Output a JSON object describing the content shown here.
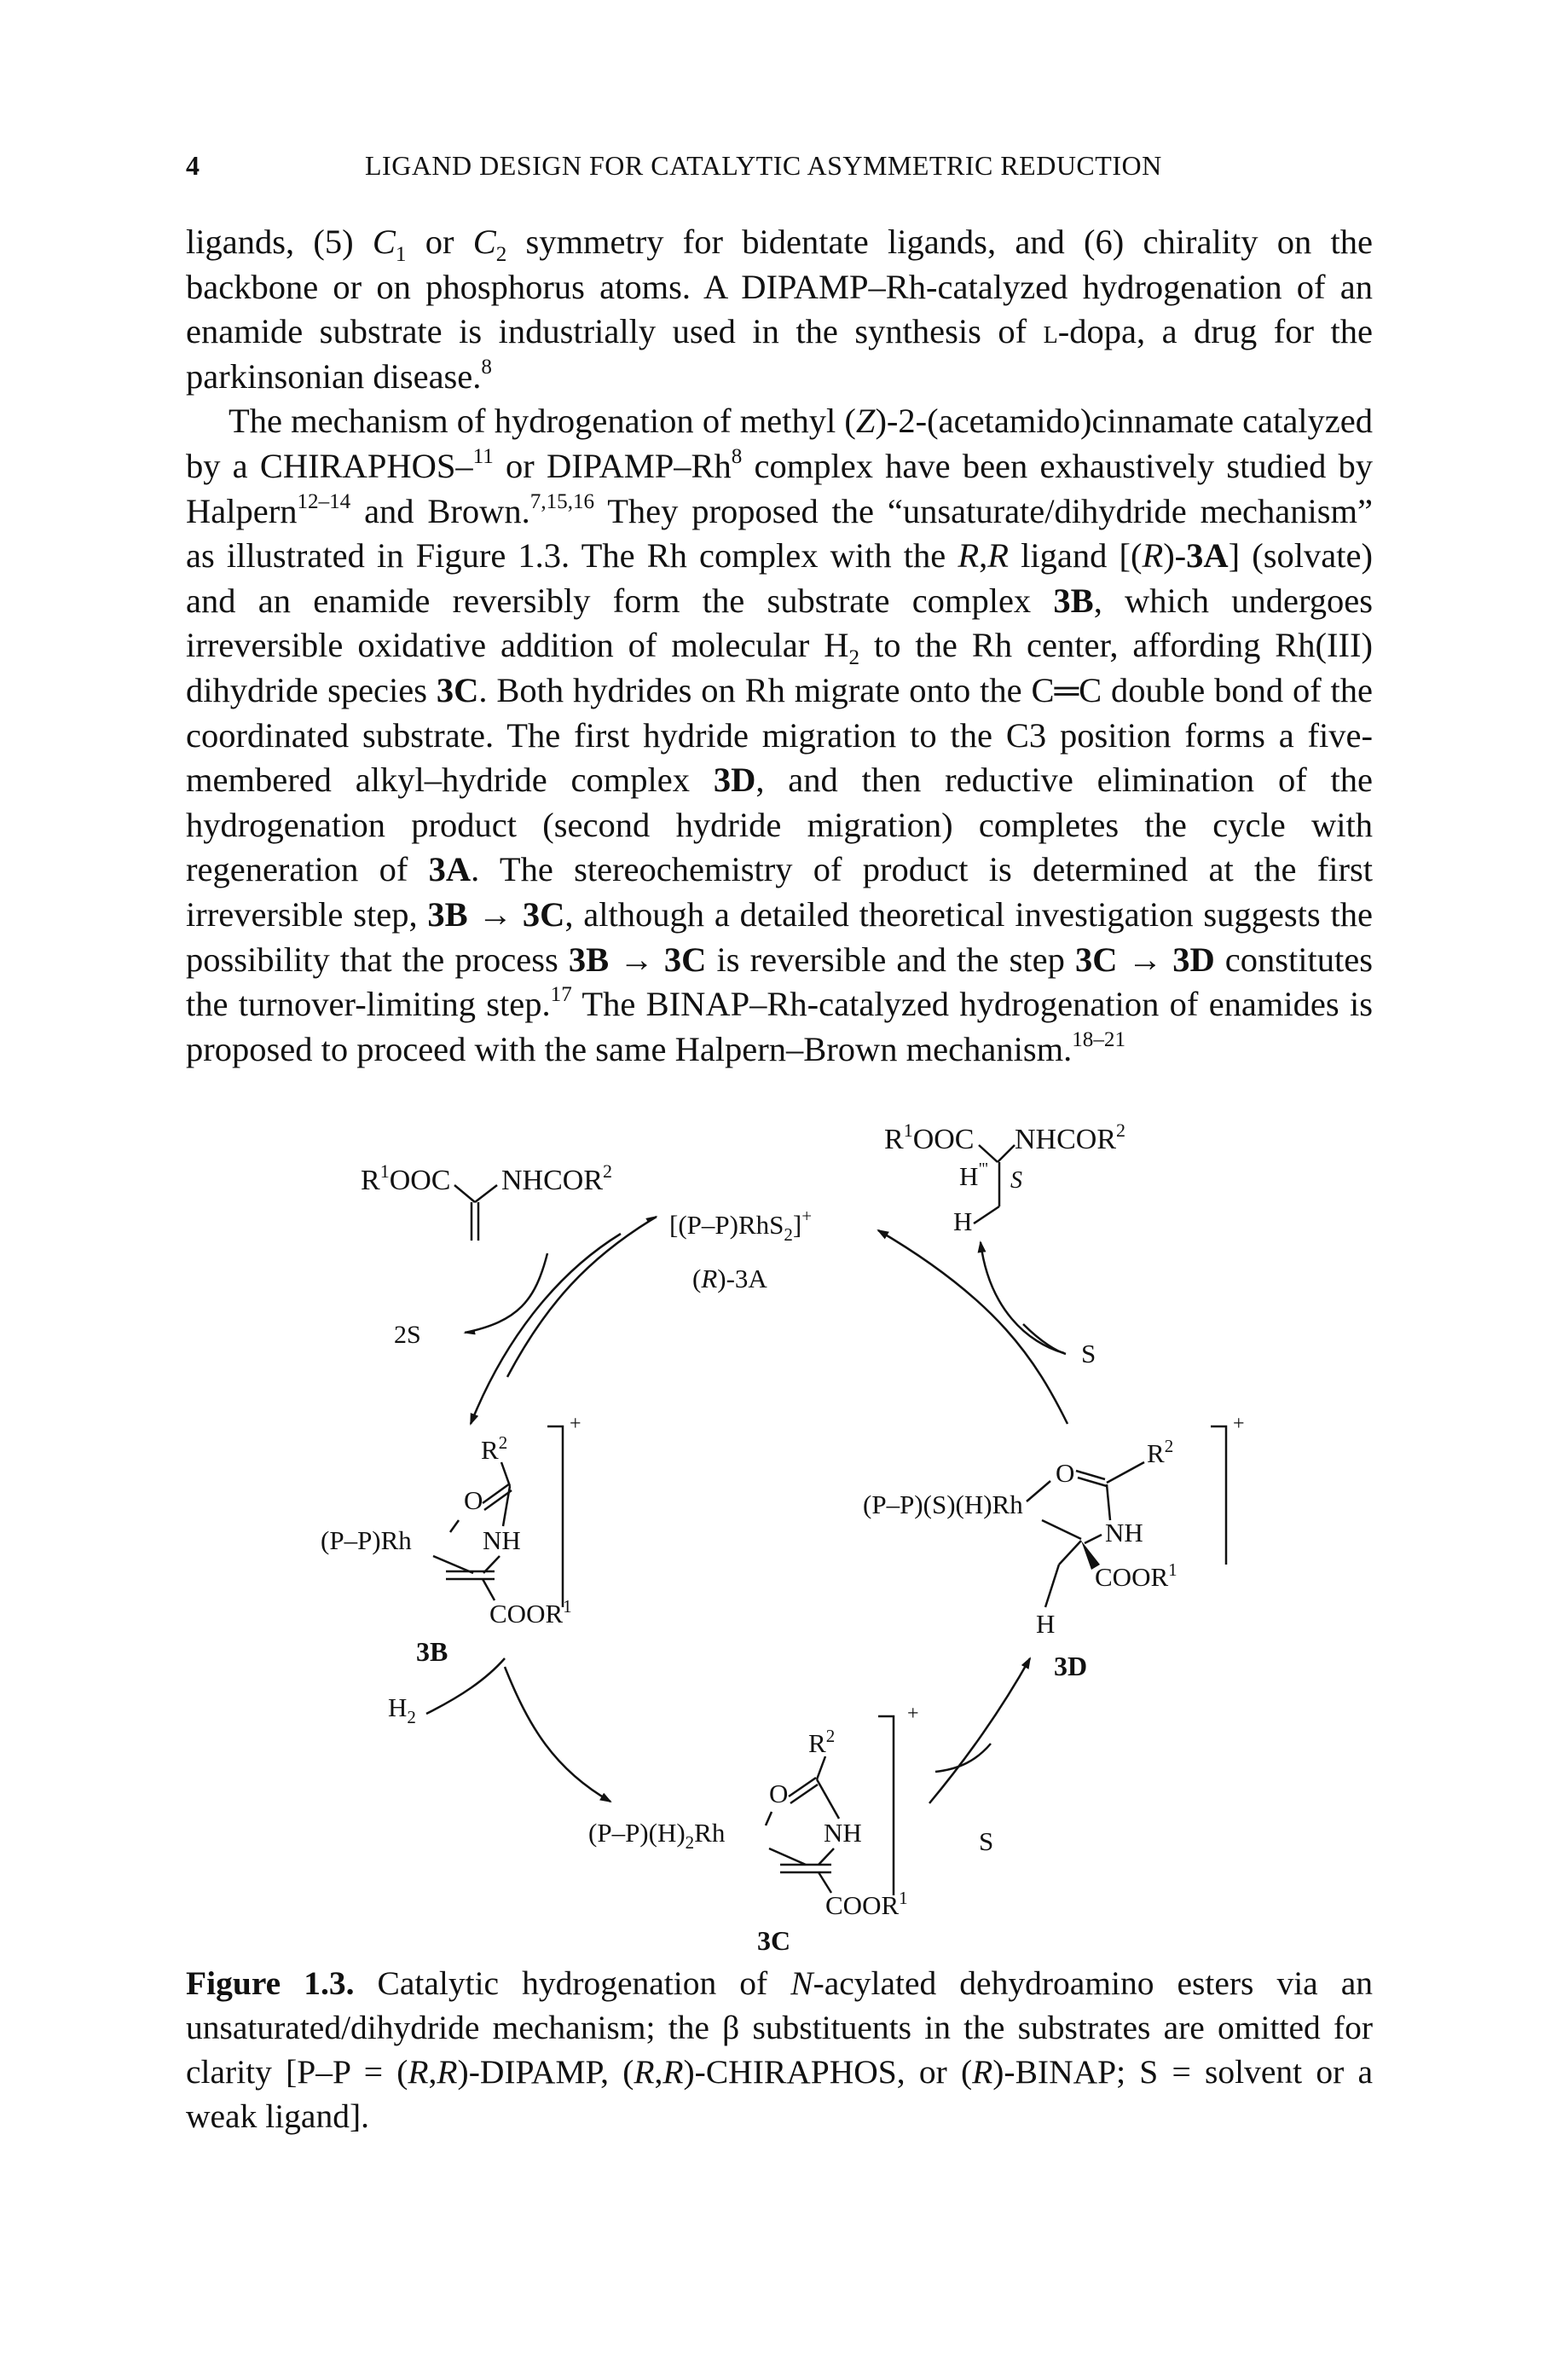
{
  "header": {
    "page_number": "4",
    "title": "LIGAND DESIGN FOR CATALYTIC ASYMMETRIC REDUCTION"
  },
  "paragraph1": "ligands, (5) <i>C</i><sub>1</sub> or <i>C</i><sub>2</sub> symmetry for bidentate ligands, and (6) chirality on the backbone or on phosphorus atoms. A DIPAMP–Rh-catalyzed hydrogenation of an enamide substrate is industrially used in the synthesis of <span style=\"font-variant:small-caps\">l</span>-dopa, a drug for the parkinsonian disease.<sup>8</sup>",
  "paragraph2": "The mechanism of hydrogenation of methyl (<i>Z</i>)-2-(acetamido)cinnamate catalyzed by a CHIRAPHOS–<sup>11</sup> or DIPAMP–Rh<sup>8</sup> complex have been exhaustively studied by Halpern<sup>12–14</sup> and Brown.<sup>7,15,16</sup> They proposed the “unsaturate/dihydride mechanism” as illustrated in Figure 1.3. The Rh complex with the <i>R</i>,<i>R</i> ligand [(<i>R</i>)-<b>3A</b>] (solvate) and an enamide reversibly form the substrate complex <b>3B</b>, which undergoes irreversible oxidative addition of molecular H<sub>2</sub> to the Rh center, affording Rh(III) dihydride species <b>3C</b>. Both hydrides on Rh migrate onto the C═C double bond of the coordinated substrate. The first hydride migration to the C3 position forms a five-membered alkyl–hydride complex <b>3D</b>, and then reductive elimination of the hydrogenation product (second hydride migration) completes the cycle with regeneration of <b>3A</b>. The stereochemistry of product is determined at the first irreversible step, <b>3B</b> → <b>3C</b>, although a detailed theoretical investigation suggests the possibility that the process <b>3B</b> → <b>3C</b> is reversible and the step <b>3C</b> → <b>3D</b> constitutes the turnover-limiting step.<sup>17</sup> The BINAP–Rh-catalyzed hydrogenation of enamides is proposed to proceed with the same Halpern–Brown mechanism.<sup>18–21</sup>",
  "figure": {
    "substrate": {
      "r1ooc": "R",
      "r1ooc_sup": "1",
      "r1ooc_rest": "OOC",
      "nhcor": "NHCOR",
      "nhcor_sup": "2"
    },
    "catalyst": {
      "formula_a": "[(P–P)RhS",
      "formula_sub": "2",
      "formula_b": "]",
      "formula_sup": "+",
      "label_a": "(",
      "label_r": "R",
      "label_b": ")-3A"
    },
    "solvent_2s": "2S",
    "h2": {
      "h": "H",
      "sub": "2"
    },
    "s_left_bottom": "S",
    "s_right_top": "S",
    "complex_3b": {
      "pp_rh": "(P–P)Rh",
      "o": "O",
      "nh": "NH",
      "r": "R",
      "r_sup": "2",
      "coor": "COOR",
      "coor_sup": "1",
      "charge": "+",
      "label": "3B"
    },
    "complex_3c": {
      "pp_h2_rh_a": "(P–P)(H)",
      "pp_h2_rh_sub": "2",
      "pp_h2_rh_b": "Rh",
      "o": "O",
      "nh": "NH",
      "r": "R",
      "r_sup": "2",
      "coor": "COOR",
      "coor_sup": "1",
      "charge": "+",
      "label": "3C"
    },
    "complex_3d": {
      "pp_s_h_rh": "(P–P)(S)(H)Rh",
      "o": "O",
      "nh": "NH",
      "r": "R",
      "r_sup": "2",
      "coor": "COOR",
      "coor_sup": "1",
      "h": "H",
      "charge": "+",
      "label": "3D"
    },
    "product": {
      "r1ooc": "R",
      "r1ooc_sup": "1",
      "r1ooc_rest": "OOC",
      "nhcor": "NHCOR",
      "nhcor_sup": "2",
      "h_top": "H",
      "h_bottom": "H",
      "stereo": "S"
    }
  },
  "caption": {
    "label": "Figure 1.3.",
    "text": "Catalytic hydrogenation of <i>N</i>-acylated dehydroamino esters via an unsaturated/dihydride mechanism; the β substituents in the substrates are omitted for clarity [P–P = (<i>R</i>,<i>R</i>)-DIPAMP, (<i>R</i>,<i>R</i>)-CHIRAPHOS, or (<i>R</i>)-BINAP; S = solvent or a weak ligand]."
  }
}
